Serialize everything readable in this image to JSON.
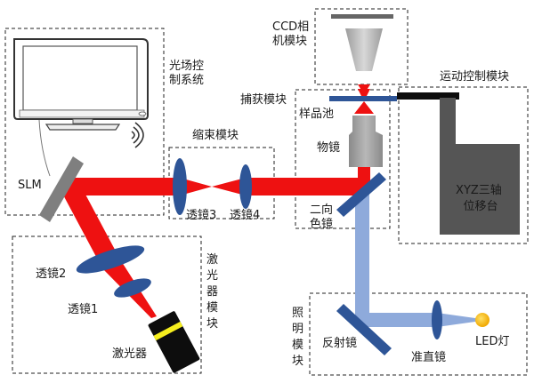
{
  "modules": {
    "light_field": [
      "光场控",
      "制系统"
    ],
    "beam_shrink": "缩束模块",
    "ccd": [
      "CCD相",
      "机模块"
    ],
    "capture": "捕获模块",
    "motion": "运动控制模块",
    "laser": [
      "激",
      "光",
      "器",
      "模",
      "块"
    ],
    "illumination": [
      "照",
      "明",
      "模",
      "块"
    ]
  },
  "components": {
    "slm": "SLM",
    "lens1": "透镜1",
    "lens2": "透镜2",
    "lens3": "透镜3",
    "lens4": "透镜4",
    "laser": "激光器",
    "sample_cell": "样品池",
    "objective": "物镜",
    "dichroic": [
      "二向",
      "色镜"
    ],
    "stage": [
      "XYZ三轴",
      "位移台"
    ],
    "mirror": "反射镜",
    "collimator": "准直镜",
    "led": "LED灯"
  },
  "colors": {
    "laser_beam": "#ee1111",
    "led_beam": "#8eaadb",
    "lens": "#2e5597",
    "gray": "#808080",
    "dark_gray": "#555555",
    "led": "#f5b800"
  }
}
